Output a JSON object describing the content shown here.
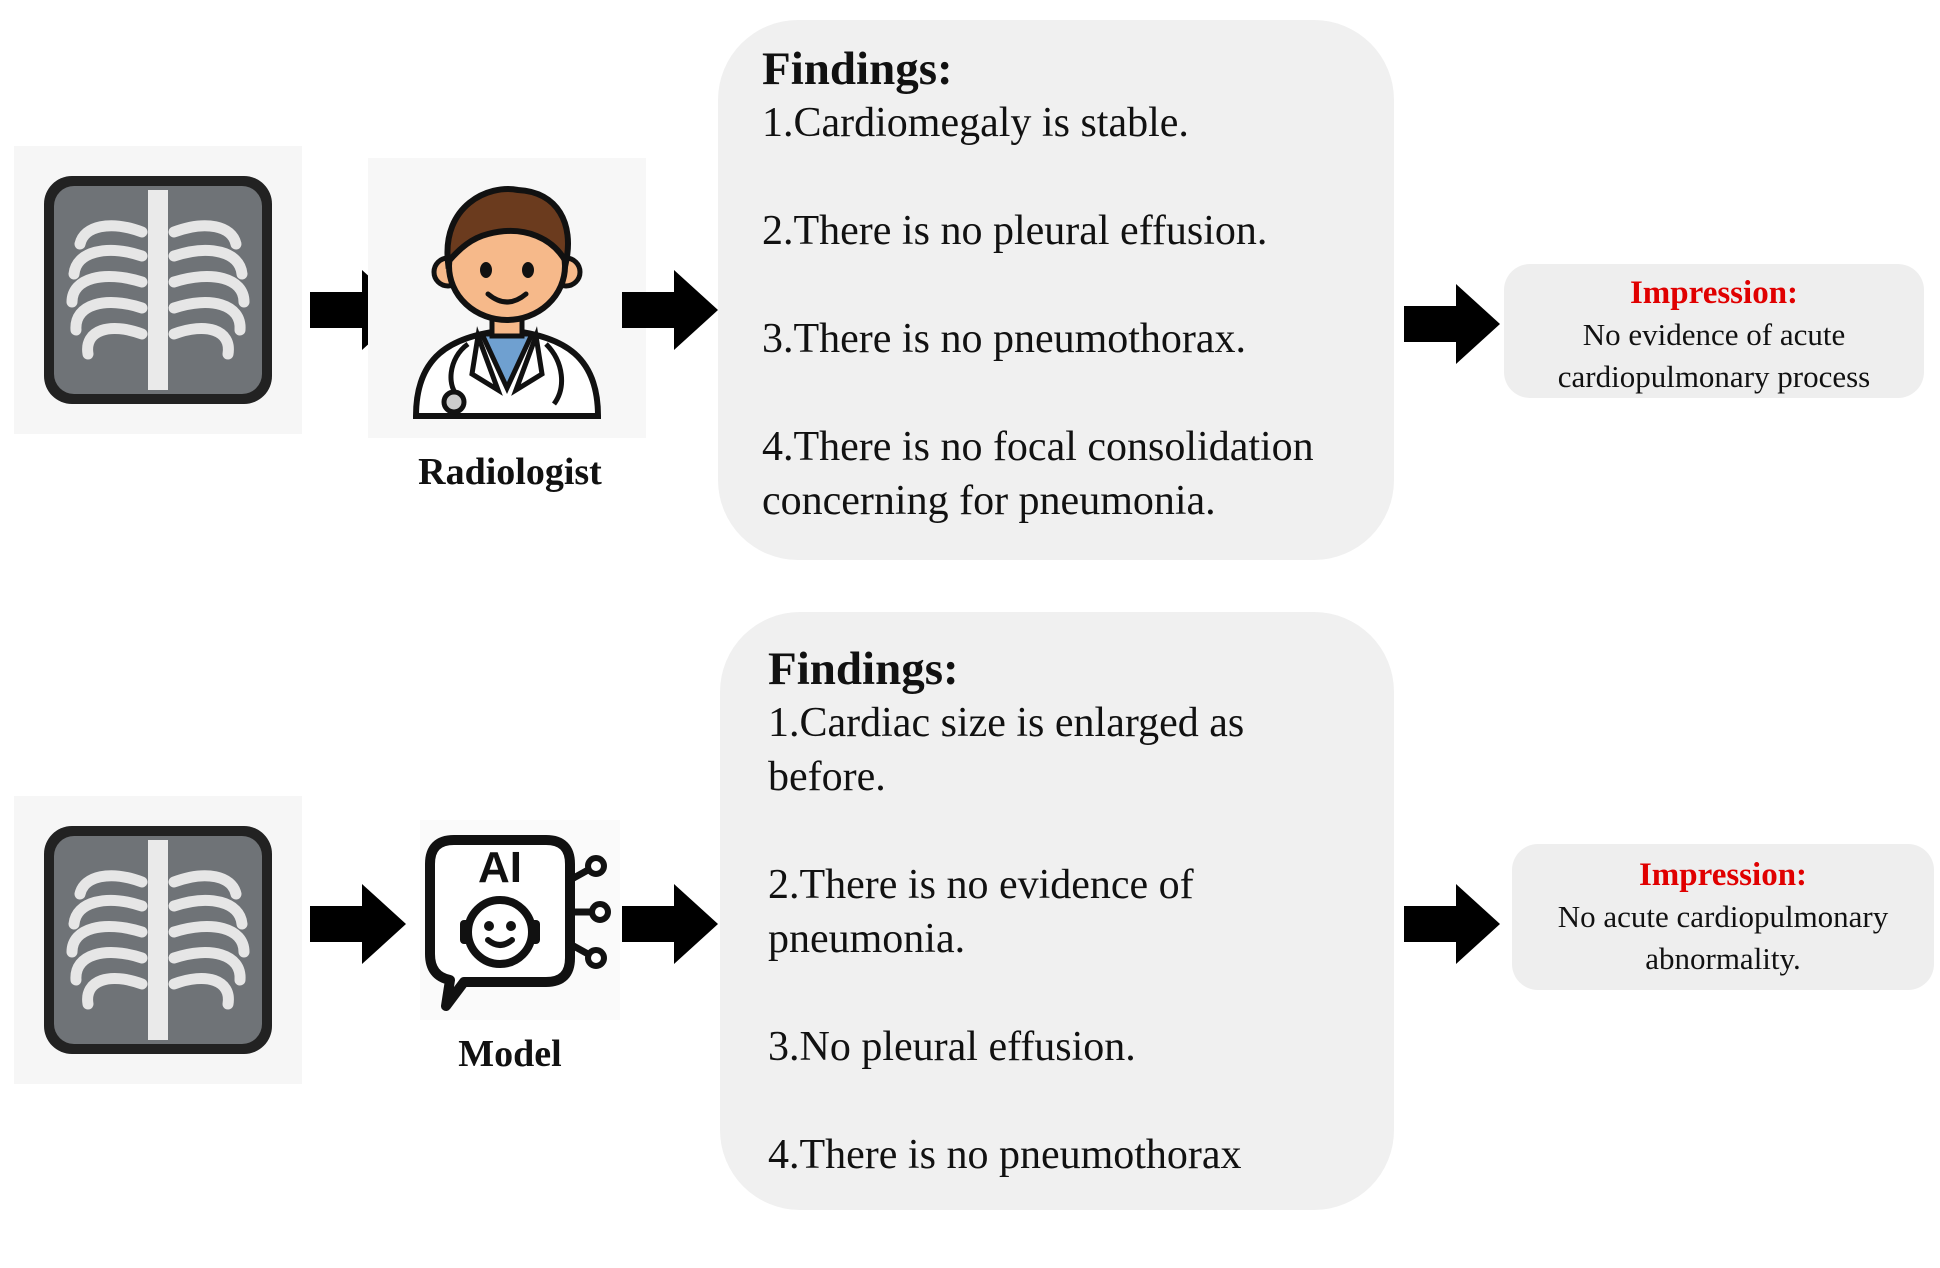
{
  "rows": [
    {
      "actor_label": "Radiologist",
      "actor_icon": "doctor-icon",
      "findings_heading": "Findings:",
      "findings": [
        "1.Cardiomegaly is stable.",
        "2.There is no pleural effusion.",
        "3.There is no pneumothorax.",
        "4.There is no focal consolidation concerning for pneumonia."
      ],
      "impression_heading": "Impression:",
      "impression_text": "No evidence of acute cardiopulmonary process"
    },
    {
      "actor_label": "Model",
      "actor_icon": "ai-robot-icon",
      "ai_badge_text": "AI",
      "findings_heading": "Findings:",
      "findings": [
        "1.Cardiac size is enlarged as before.",
        "2.There is no evidence of pneumonia.",
        "3.No pleural effusion.",
        "4.There is no pneumothorax"
      ],
      "impression_heading": "Impression:",
      "impression_text": "No acute cardiopulmonary abnormality."
    }
  ],
  "colors": {
    "impression_heading": "#e00000",
    "findings_box": "#f0f0f0",
    "impression_box": "#eeeeee",
    "arrow": "#000000"
  },
  "icons": [
    "chest-xray-icon",
    "arrow-right-icon",
    "doctor-icon",
    "ai-robot-icon"
  ]
}
